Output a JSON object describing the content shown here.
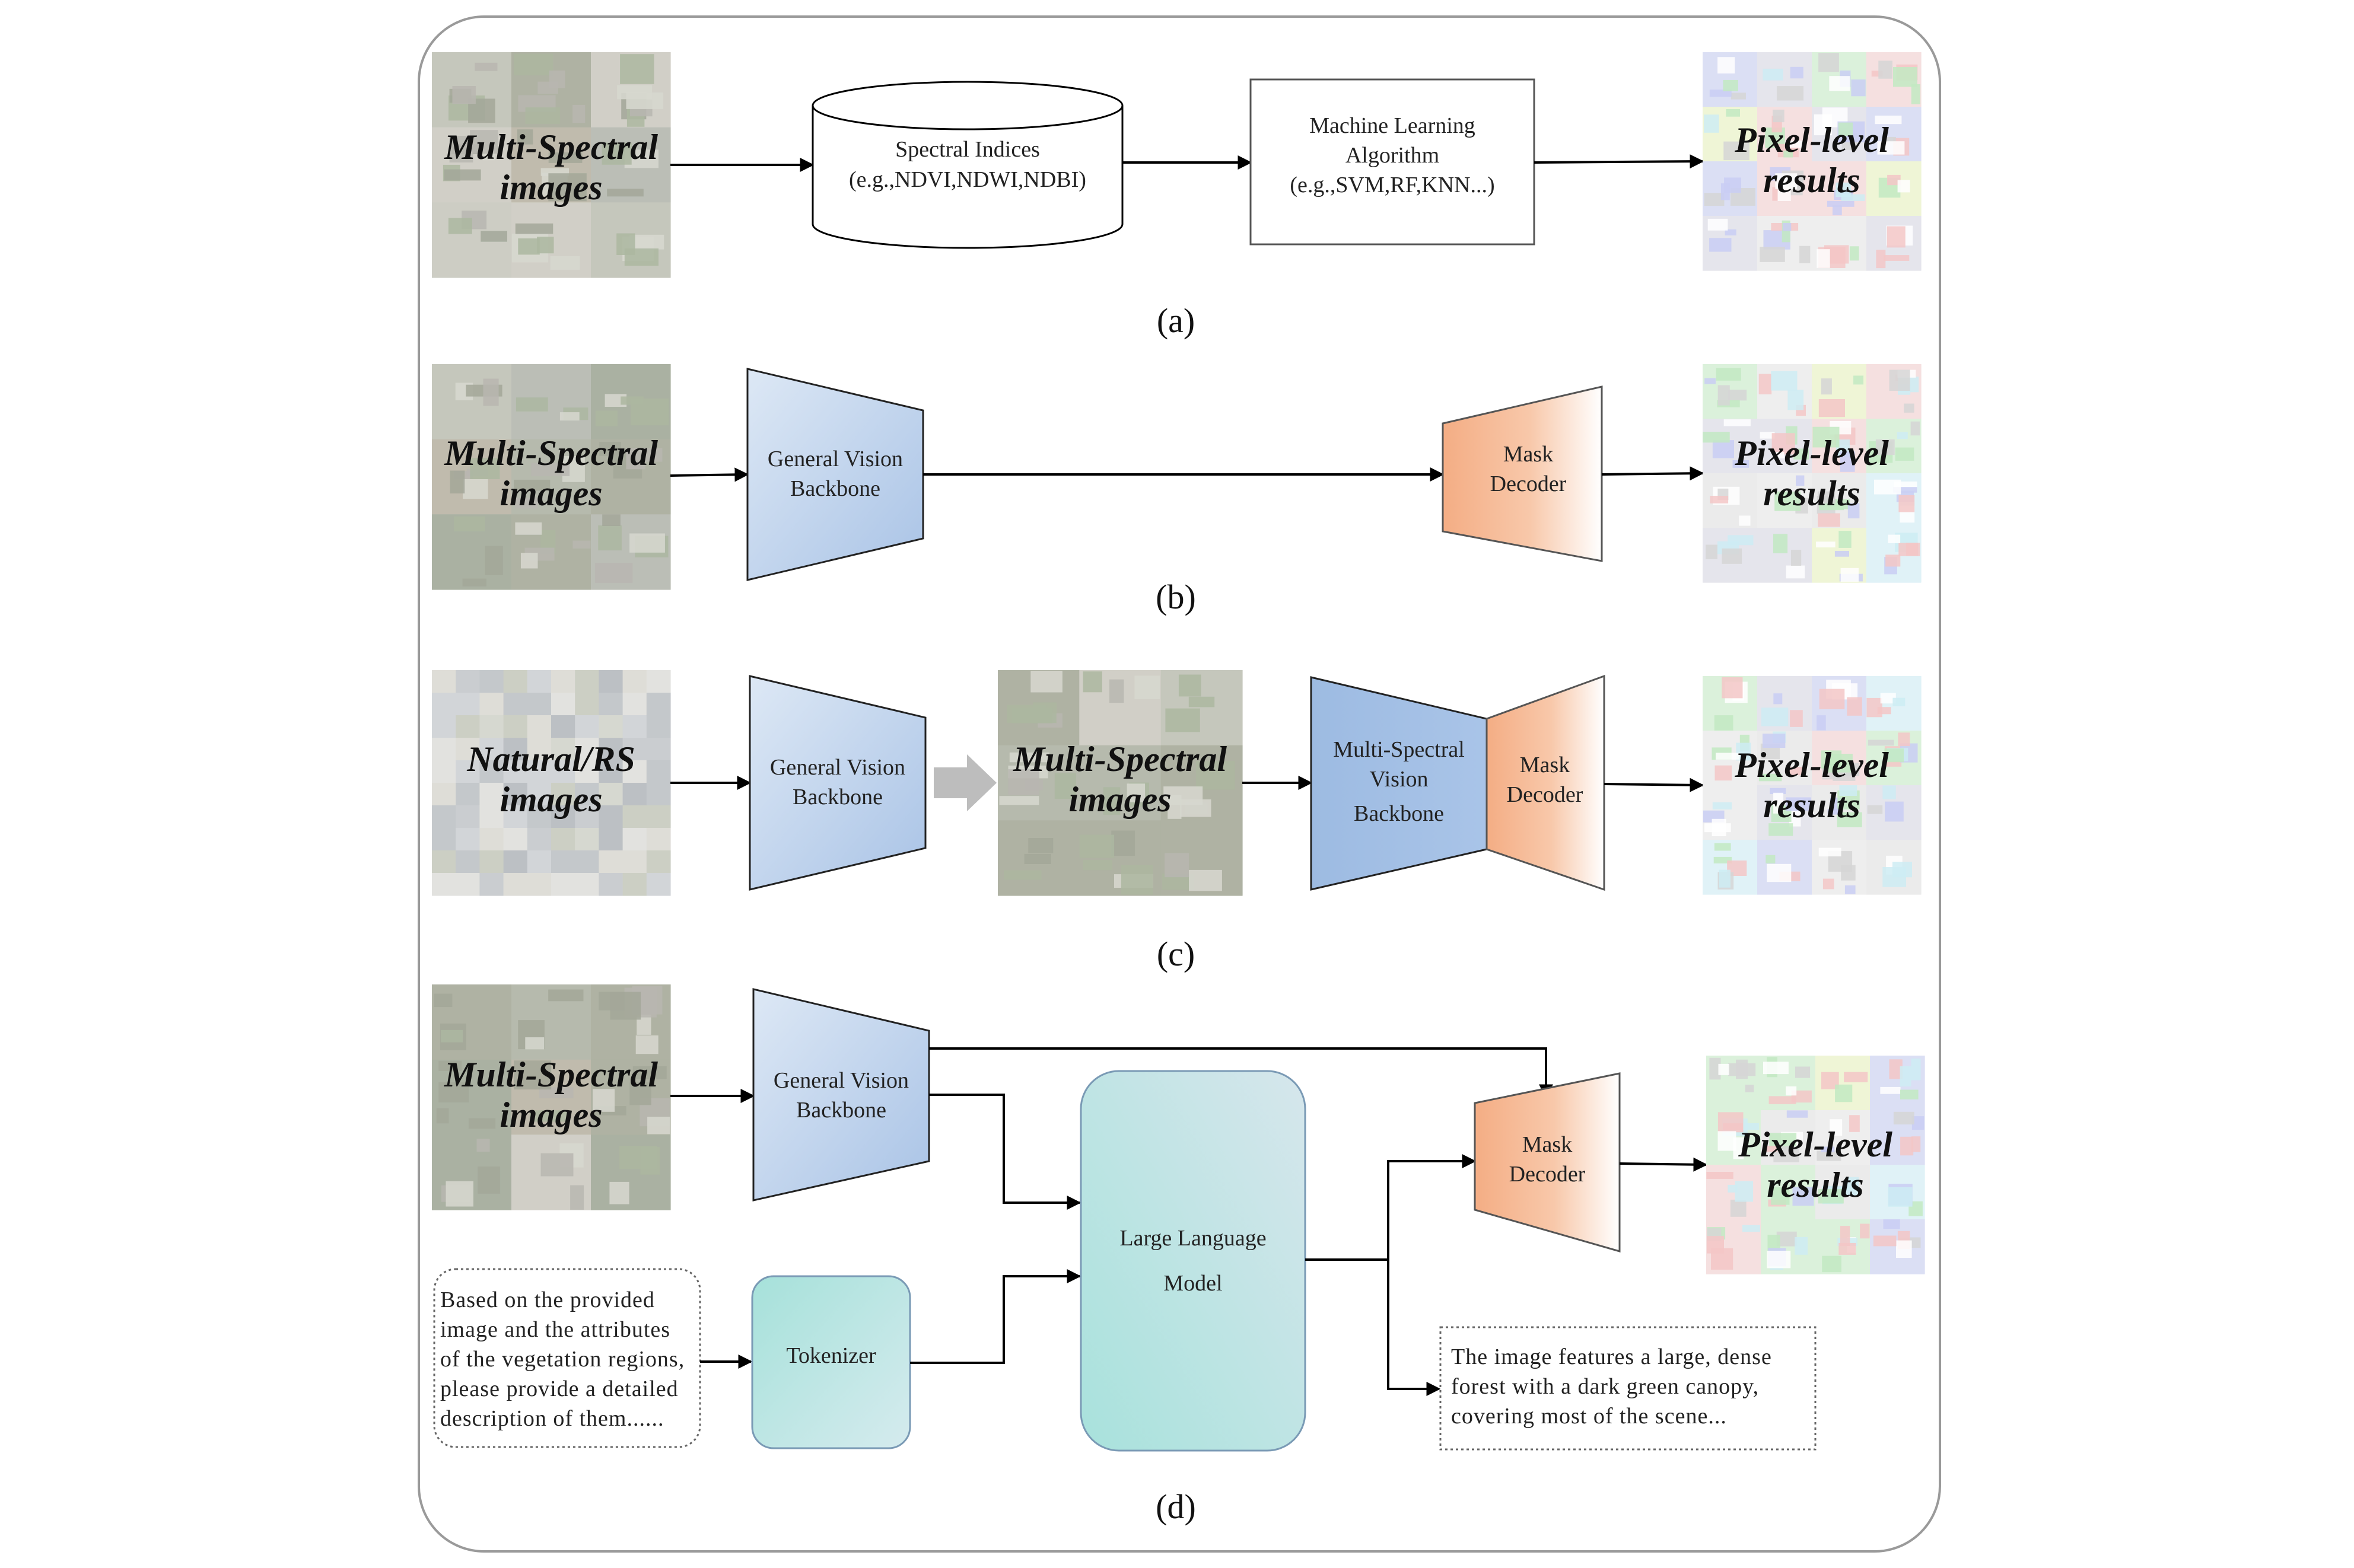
{
  "colors": {
    "frame": "#9a9a9a",
    "backbone_fill": "#b9cde6",
    "backbone_dark": "#9dbbe2",
    "decoder_fill": "#f5b38c",
    "llm_fill": "#b4e3de",
    "tokenizer_fill": "#b3e6e1",
    "thumb_base": "#b4b8ac",
    "result_base": "#e2e8e2",
    "arrow": "#000000",
    "gray_arrow": "#bdbdbd"
  },
  "panel_a": {
    "caption": "(a)",
    "input": [
      "Multi-Spectral",
      "images"
    ],
    "indices": [
      "Spectral Indices",
      "(e.g.,NDVI,NDWI,NDBI)"
    ],
    "ml": [
      "Machine Learning",
      "Algorithm",
      "(e.g.,SVM,RF,KNN...)"
    ],
    "output": [
      "Pixel-level",
      "results"
    ]
  },
  "panel_b": {
    "caption": "(b)",
    "input": [
      "Multi-Spectral",
      "images"
    ],
    "backbone": [
      "General Vision",
      "Backbone"
    ],
    "decoder": [
      "Mask",
      "Decoder"
    ],
    "output": [
      "Pixel-level",
      "results"
    ]
  },
  "panel_c": {
    "caption": "(c)",
    "input": [
      "Natural/RS",
      "images"
    ],
    "backbone": [
      "General Vision",
      "Backbone"
    ],
    "middle": [
      "Multi-Spectral",
      "images"
    ],
    "ms_backbone": [
      "Multi-Spectral",
      "Vision",
      "Backbone"
    ],
    "decoder": [
      "Mask",
      "Decoder"
    ],
    "output": [
      "Pixel-level",
      "results"
    ]
  },
  "panel_d": {
    "caption": "(d)",
    "input": [
      "Multi-Spectral",
      "images"
    ],
    "backbone": [
      "General Vision",
      "Backbone"
    ],
    "llm": [
      "Large Language",
      "Model"
    ],
    "decoder": [
      "Mask",
      "Decoder"
    ],
    "tokenizer": "Tokenizer",
    "prompt": [
      "Based on the provided",
      "image and the attributes",
      "of the vegetation regions,",
      "please provide a detailed",
      "description of them......"
    ],
    "response": [
      "The image features a large, dense",
      "forest with a dark green canopy,",
      "covering most of the scene..."
    ],
    "output": [
      "Pixel-level",
      "results"
    ]
  }
}
